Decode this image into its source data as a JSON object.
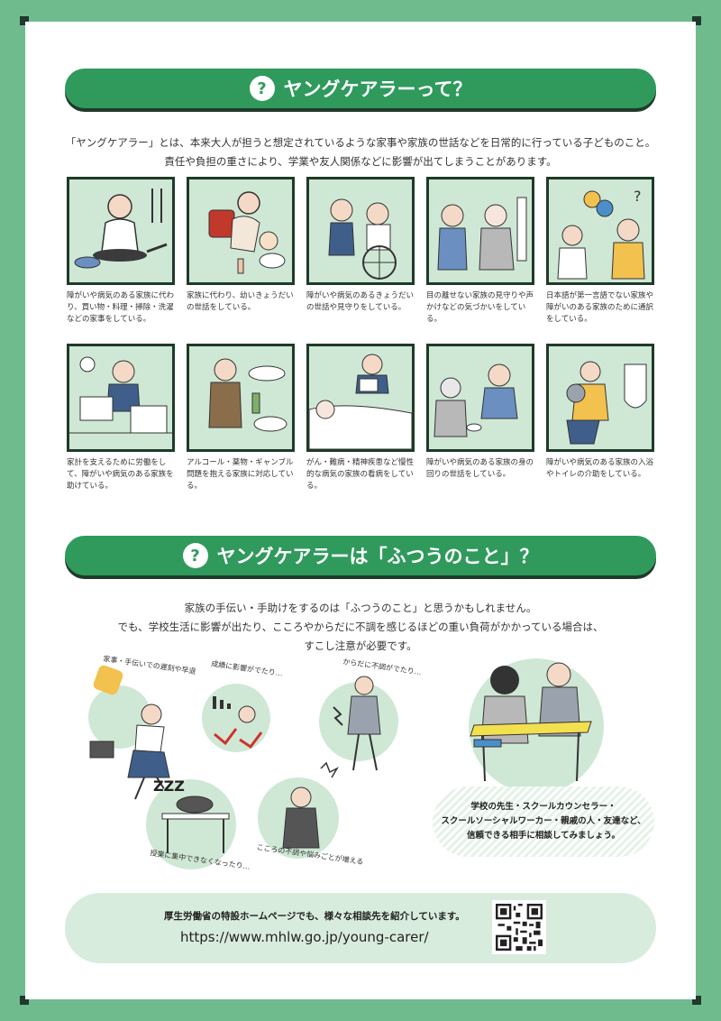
{
  "section1": {
    "title": "ヤングケアラーって？",
    "intro_line1": "「ヤングケアラー」とは、本来大人が担うと想定されているような家事や家族の世話などを日常的に行っている子どものこと。",
    "intro_line2": "責任や負担の重さにより、学業や友人関係などに影響が出てしまうことがあります。"
  },
  "cards": [
    {
      "caption": "障がいや病気のある家族に代わり、買い物・料理・掃除・洗濯などの家事をしている。"
    },
    {
      "caption": "家族に代わり、幼いきょうだいの世話をしている。"
    },
    {
      "caption": "障がいや病気のあるきょうだいの世話や見守りをしている。"
    },
    {
      "caption": "目の離せない家族の見守りや声かけなどの気づかいをしている。"
    },
    {
      "caption": "日本語が第一言語でない家族や障がいのある家族のために通訳をしている。"
    },
    {
      "caption": "家計を支えるために労働をして、障がいや病気のある家族を助けている。"
    },
    {
      "caption": "アルコール・薬物・ギャンブル問題を抱える家族に対応している。"
    },
    {
      "caption": "がん・難病・精神疾患など慢性的な病気の家族の看病をしている。"
    },
    {
      "caption": "障がいや病気のある家族の身の回りの世話をしている。"
    },
    {
      "caption": "障がいや病気のある家族の入浴やトイレの介助をしている。"
    }
  ],
  "section2": {
    "title": "ヤングケアラーは「ふつうのこと」？",
    "intro_line1": "家族の手伝い・手助けをするのは「ふつうのこと」と思うかもしれません。",
    "intro_line2": "でも、学校生活に影響が出たり、こころやからだに不調を感じるほどの重い負荷がかかっている場合は、",
    "intro_line3": "すこし注意が必要です。"
  },
  "notes": {
    "late": "家事・手伝いでの遅刻や早退",
    "grades": "成績に影響がでたり…",
    "body": "からだに不調がでたり…",
    "focus": "授業に集中できなくなったり…",
    "mind": "こころの不調や悩みごとが増える",
    "zzz": "ZZZ"
  },
  "advice": {
    "line1": "学校の先生・スクールカウンセラー・",
    "line2": "スクールソーシャルワーカー・親戚の人・友達など、",
    "line3": "信頼できる相手に相談してみましょう。"
  },
  "footer": {
    "text": "厚生労働省の特設ホームページでも、様々な相談先を紹介しています。",
    "url": "https://www.mhlw.go.jp/young-carer/"
  },
  "colors": {
    "green": "#2f9a5c",
    "mint": "#cfe8d5",
    "frame": "#6fbb8e",
    "dark": "#1f3a2a"
  },
  "icons": {
    "question": "question-mark-icon",
    "qr": "qr-code-icon"
  }
}
